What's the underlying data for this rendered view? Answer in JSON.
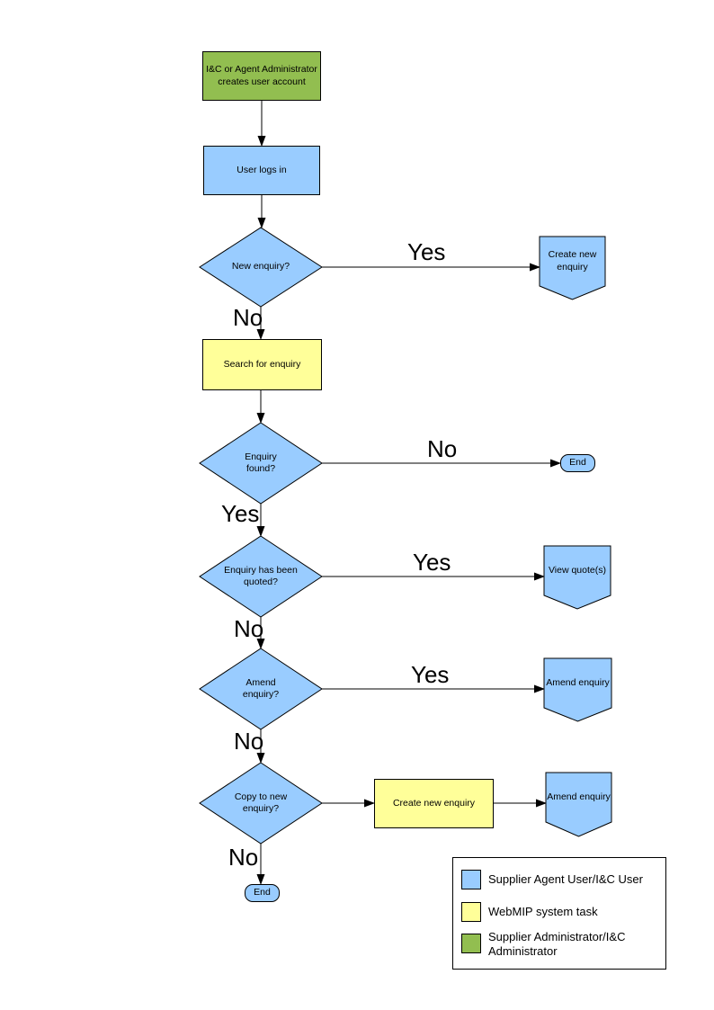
{
  "colors": {
    "user_shape": "#99CCFF",
    "system_shape": "#FFFF99",
    "admin_shape": "#92BE50",
    "outline": "#000000"
  },
  "nodes": {
    "create_account": "I&C or Agent Administrator creates user account",
    "user_logs_in": "User logs in",
    "new_enquiry": "New enquiry?",
    "create_new_enquiry_offpage": "Create new enquiry",
    "search_for_enquiry": "Search for enquiry",
    "enquiry_found": "Enquiry found?",
    "end": "End",
    "enquiry_quoted": "Enquiry has been quoted?",
    "view_quotes": "View quote(s)",
    "amend_enquiry_decision": "Amend enquiry?",
    "amend_enquiry": "Amend enquiry",
    "copy_to_new_enquiry": "Copy to new enquiry?",
    "create_new_enquiry_task": "Create new enquiry"
  },
  "labels": {
    "yes": "Yes",
    "no": "No"
  },
  "legend": {
    "items": [
      {
        "swatch_color": "#99CCFF",
        "label": "Supplier Agent User/I&C User"
      },
      {
        "swatch_color": "#FFFF99",
        "label": "WebMIP system task"
      },
      {
        "swatch_color": "#92BE50",
        "label": "Supplier Administrator/I&C Administrator"
      }
    ]
  }
}
